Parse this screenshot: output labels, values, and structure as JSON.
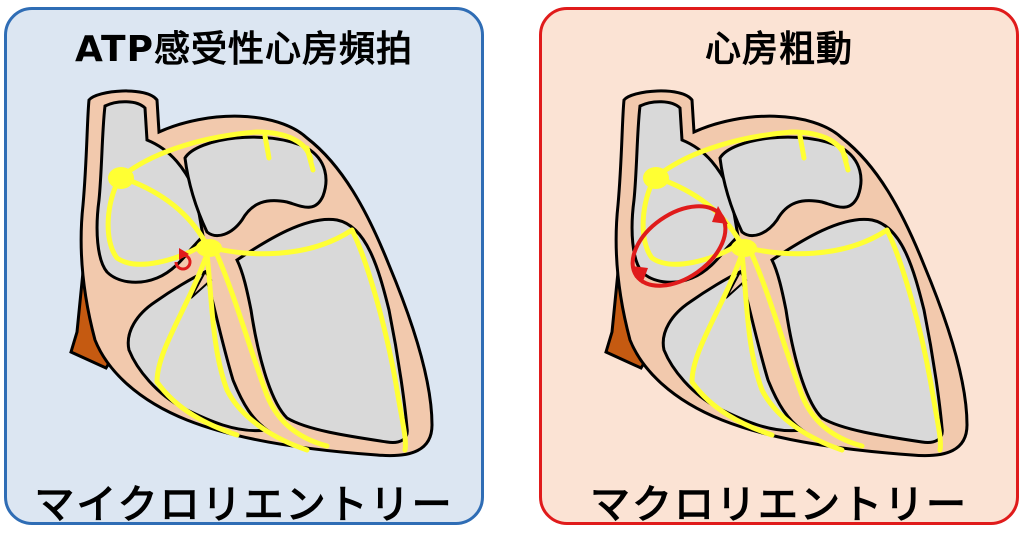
{
  "left_panel": {
    "title": "ATP感受性心房頻拍",
    "caption": "マイクロリエントリー"
  },
  "right_panel": {
    "title": "心房粗動",
    "caption": "マクロリエントリー"
  },
  "colors": {
    "left_border": "#2f6db5",
    "left_background": "#dce6f2",
    "right_border": "#e01b1b",
    "right_background": "#fbe3d4",
    "myocardium": "#f2c9ad",
    "chamber": "#d9d9d9",
    "conduction": "#ffff33",
    "vessel": "#c55a11",
    "reentry": "#e01b1b"
  }
}
